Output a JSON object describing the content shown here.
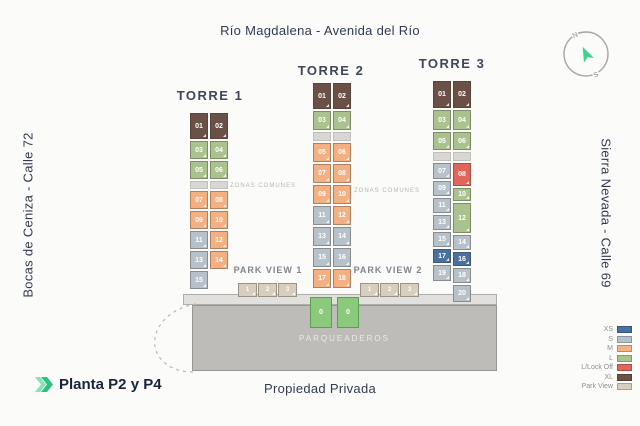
{
  "streets": {
    "top": "Río Magdalena - Avenida del Río",
    "left": "Bocas de Ceniza - Calle 72",
    "right": "Sierra Nevada - Calle 69",
    "bottom": "Propiedad Privada"
  },
  "plan_label": "Planta P2 y P4",
  "compass": {
    "north": "N",
    "south": "S"
  },
  "zonas_comunes_label": "ZONAS COMUNES",
  "parking_label": "PARQUEADEROS",
  "colors": {
    "XS": "#49719f",
    "S": "#b7c1ca",
    "M": "#f2b083",
    "L": "#a9c28e",
    "LO": "#e0655b",
    "XL": "#6b5046",
    "PV": "#d8cebd",
    "access_green": "#8bca7c",
    "accent_green": "#3ed08d"
  },
  "legend": {
    "items": [
      {
        "label": "XS",
        "type": "XS"
      },
      {
        "label": "S",
        "type": "S"
      },
      {
        "label": "M",
        "type": "M"
      },
      {
        "label": "L",
        "type": "L"
      },
      {
        "label": "L/Lock Off",
        "type": "LO"
      },
      {
        "label": "XL",
        "type": "XL"
      },
      {
        "label": "Park View",
        "type": "PV"
      }
    ]
  },
  "towers": [
    {
      "name": "TORRE 1",
      "columns": [
        [
          {
            "n": "01",
            "t": "XL",
            "h": 26
          },
          {
            "n": "03",
            "t": "L",
            "h": 18
          },
          {
            "n": "05",
            "t": "L",
            "h": 18
          },
          {
            "gap": true,
            "h": 8
          },
          {
            "n": "07",
            "t": "M",
            "h": 18
          },
          {
            "n": "09",
            "t": "M",
            "h": 18
          },
          {
            "n": "11",
            "t": "S",
            "h": 18
          },
          {
            "n": "13",
            "t": "S",
            "h": 18
          },
          {
            "n": "15",
            "t": "S",
            "h": 18
          }
        ],
        [
          {
            "n": "02",
            "t": "XL",
            "h": 26
          },
          {
            "n": "04",
            "t": "L",
            "h": 18
          },
          {
            "n": "06",
            "t": "L",
            "h": 18
          },
          {
            "gap": true,
            "h": 8
          },
          {
            "n": "08",
            "t": "M",
            "h": 18
          },
          {
            "n": "10",
            "t": "M",
            "h": 18
          },
          {
            "n": "12",
            "t": "M",
            "h": 18
          },
          {
            "n": "14",
            "t": "M",
            "h": 18
          }
        ]
      ]
    },
    {
      "name": "TORRE 2",
      "columns": [
        [
          {
            "n": "01",
            "t": "XL",
            "h": 26
          },
          {
            "n": "03",
            "t": "L",
            "h": 19
          },
          {
            "gap": true,
            "h": 9
          },
          {
            "n": "05",
            "t": "M",
            "h": 19
          },
          {
            "n": "07",
            "t": "M",
            "h": 19
          },
          {
            "n": "09",
            "t": "M",
            "h": 19
          },
          {
            "n": "11",
            "t": "S",
            "h": 19
          },
          {
            "n": "13",
            "t": "S",
            "h": 19
          },
          {
            "n": "15",
            "t": "S",
            "h": 19
          },
          {
            "n": "17",
            "t": "M",
            "h": 19
          }
        ],
        [
          {
            "n": "02",
            "t": "XL",
            "h": 26
          },
          {
            "n": "04",
            "t": "L",
            "h": 19
          },
          {
            "gap": true,
            "h": 9
          },
          {
            "n": "06",
            "t": "M",
            "h": 19
          },
          {
            "n": "08",
            "t": "M",
            "h": 19
          },
          {
            "n": "10",
            "t": "M",
            "h": 19
          },
          {
            "n": "12",
            "t": "M",
            "h": 19
          },
          {
            "n": "14",
            "t": "S",
            "h": 19
          },
          {
            "n": "16",
            "t": "S",
            "h": 19
          },
          {
            "n": "18",
            "t": "M",
            "h": 19
          }
        ]
      ]
    },
    {
      "name": "TORRE 3",
      "columns": [
        [
          {
            "n": "01",
            "t": "XL",
            "h": 27
          },
          {
            "n": "03",
            "t": "L",
            "h": 20
          },
          {
            "n": "05",
            "t": "L",
            "h": 18
          },
          {
            "gap": true,
            "h": 9
          },
          {
            "n": "07",
            "t": "S",
            "h": 16
          },
          {
            "n": "09",
            "t": "S",
            "h": 15
          },
          {
            "n": "11",
            "t": "S",
            "h": 15
          },
          {
            "n": "13",
            "t": "S",
            "h": 15
          },
          {
            "n": "15",
            "t": "S",
            "h": 15
          },
          {
            "n": "17",
            "t": "XS",
            "h": 14
          },
          {
            "n": "19",
            "t": "S",
            "h": 16
          }
        ],
        [
          {
            "n": "02",
            "t": "XL",
            "h": 27
          },
          {
            "n": "04",
            "t": "L",
            "h": 20
          },
          {
            "n": "06",
            "t": "L",
            "h": 18
          },
          {
            "gap": true,
            "h": 9
          },
          {
            "n": "08",
            "t": "LO",
            "h": 23
          },
          {
            "n": "10",
            "t": "L",
            "h": 13
          },
          {
            "n": "12",
            "t": "L",
            "h": 30
          },
          {
            "n": "14",
            "t": "S",
            "h": 15
          },
          {
            "n": "16",
            "t": "XS",
            "h": 14
          },
          {
            "n": "18",
            "t": "S",
            "h": 15
          },
          {
            "n": "20",
            "t": "S",
            "h": 17
          }
        ]
      ]
    }
  ],
  "park_views": [
    {
      "label": "PARK VIEW 1",
      "cells": [
        "1",
        "2",
        "3"
      ]
    },
    {
      "label": "PARK VIEW 2",
      "cells": [
        "1",
        "2",
        "3"
      ]
    }
  ],
  "access_units": [
    "0",
    "0"
  ]
}
